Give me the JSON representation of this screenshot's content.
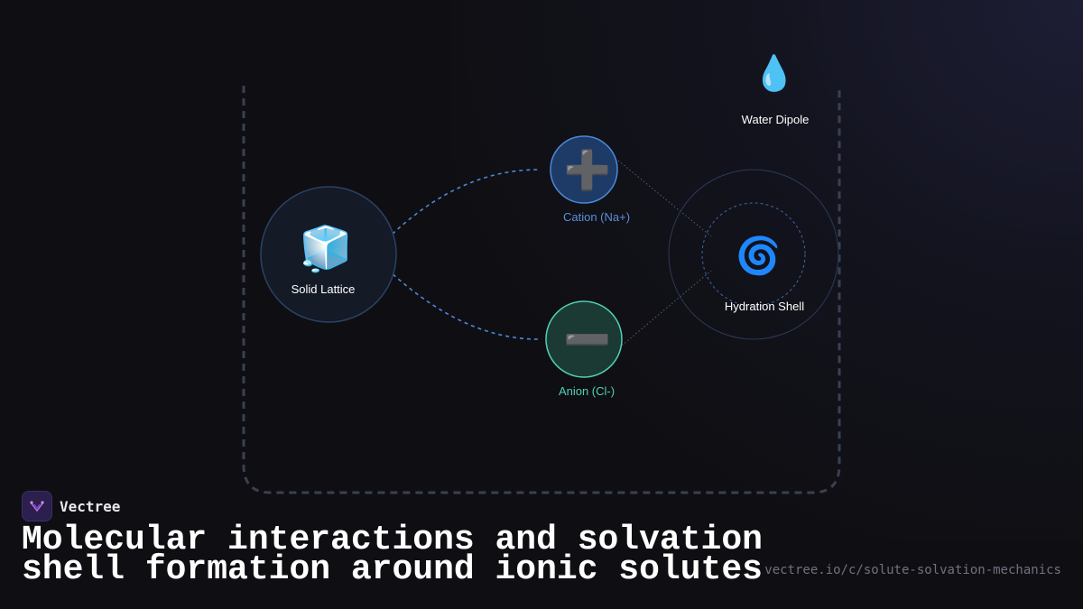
{
  "nodes": {
    "lattice": {
      "label": "Solid Lattice",
      "icon": "ice-cube-icon",
      "glyph": "🧊",
      "color": "#ffffff"
    },
    "cation": {
      "label": "Cation (Na+)",
      "icon": "plus-icon",
      "glyph": "➕",
      "color": "#5b8fd6"
    },
    "anion": {
      "label": "Anion (Cl-)",
      "icon": "minus-icon",
      "glyph": "➖",
      "color": "#4fd1b5"
    },
    "water": {
      "label": "Water Dipole",
      "icon": "droplet-icon",
      "glyph": "💧",
      "color": "#ffffff"
    },
    "shell": {
      "label": "Hydration Shell",
      "icon": "cyclone-icon",
      "glyph": "🌀",
      "color": "#ffffff"
    }
  },
  "brand": {
    "name": "Vectree"
  },
  "title": {
    "line1": "Molecular interactions and solvation",
    "line2": "shell formation around ionic solutes"
  },
  "url": "vectree.io/c/solute-solvation-mechanics",
  "colors": {
    "background": "#0f0f13",
    "container_border": "#3a4052",
    "accent_blue": "#4a8ad8",
    "accent_teal": "#4fd1b5"
  }
}
